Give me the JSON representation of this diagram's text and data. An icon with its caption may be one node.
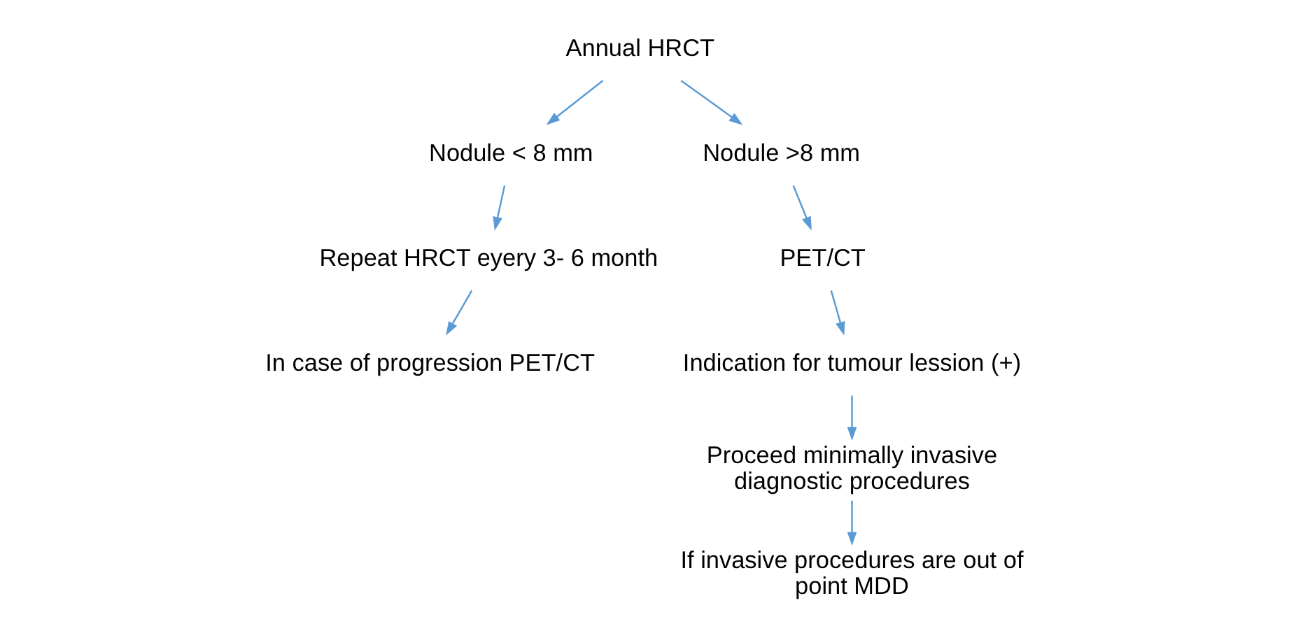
{
  "diagram": {
    "nodes": [
      {
        "text": [
          "Annual HRCT"
        ]
      },
      {
        "text": [
          "Nodule < 8 mm"
        ]
      },
      {
        "text": [
          "Nodule >8 mm"
        ]
      },
      {
        "text": [
          "Repeat HRCT eyery 3- 6 month"
        ]
      },
      {
        "text": [
          "In case of progression PET/CT"
        ]
      },
      {
        "text": [
          "PET/CT"
        ]
      },
      {
        "text": [
          "Indication for tumour lession (+)"
        ]
      },
      {
        "text": [
          "Proceed minimally invasive diagnostic procedures"
        ]
      },
      {
        "text": [
          "If invasive procedures are out of point MDD"
        ]
      }
    ],
    "edges": [
      {
        "from": 0,
        "to": 1,
        "arrow": "to"
      },
      {
        "from": 0,
        "to": 2,
        "arrow": "to"
      },
      {
        "from": 1,
        "to": 3,
        "arrow": "to"
      },
      {
        "from": 3,
        "to": 4,
        "arrow": "to"
      },
      {
        "from": 2,
        "to": 5,
        "arrow": "to"
      },
      {
        "from": 5,
        "to": 6,
        "arrow": "to"
      },
      {
        "from": 6,
        "to": 7,
        "arrow": "to"
      },
      {
        "from": 7,
        "to": 8,
        "arrow": "to"
      }
    ]
  }
}
